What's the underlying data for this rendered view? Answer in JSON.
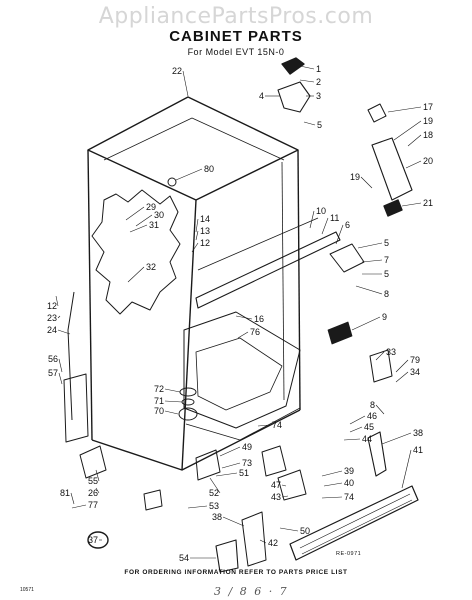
{
  "watermark": "AppliancePartsPros.com",
  "title": "CABINET PARTS",
  "subtitle": "For Model EVT 15N-0",
  "diagram_code": "RE-0971",
  "footer": "FOR ORDERING INFORMATION REFER TO PARTS PRICE LIST",
  "handwritten_note": "3 / 8   6 · 7",
  "page_number": "10571",
  "callouts": [
    "22",
    "1",
    "2",
    "3",
    "4",
    "5",
    "17",
    "19",
    "18",
    "20",
    "80",
    "19",
    "21",
    "29",
    "30",
    "31",
    "14",
    "13",
    "12",
    "10",
    "11",
    "6",
    "5",
    "7",
    "5",
    "8",
    "32",
    "12",
    "23",
    "24",
    "16",
    "76",
    "9",
    "56",
    "57",
    "33",
    "79",
    "34",
    "72",
    "71",
    "70",
    "8",
    "46",
    "45",
    "44",
    "74",
    "49",
    "73",
    "51",
    "39",
    "40",
    "74",
    "38",
    "41",
    "55",
    "26",
    "81",
    "77",
    "52",
    "53",
    "47",
    "43",
    "38",
    "50",
    "42",
    "37",
    "54"
  ],
  "line_color": "#1a1a1a"
}
